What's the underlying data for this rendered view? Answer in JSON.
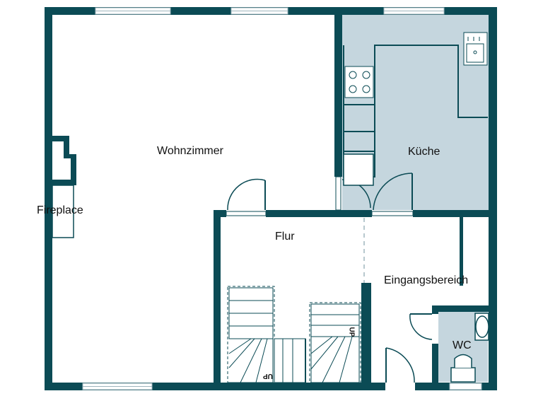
{
  "rooms": {
    "living": "Wohnzimmer",
    "kitchen": "Küche",
    "hall": "Flur",
    "entrance": "Eingangsbereich",
    "wc": "WC",
    "fireplace": "Fireplace"
  },
  "stairs": {
    "up_label": "UP"
  },
  "colors": {
    "wall": "#0b4b55",
    "kitchen_floor": "#c5d6de",
    "window": "#ffffff",
    "window_line": "#9fb5bd"
  }
}
